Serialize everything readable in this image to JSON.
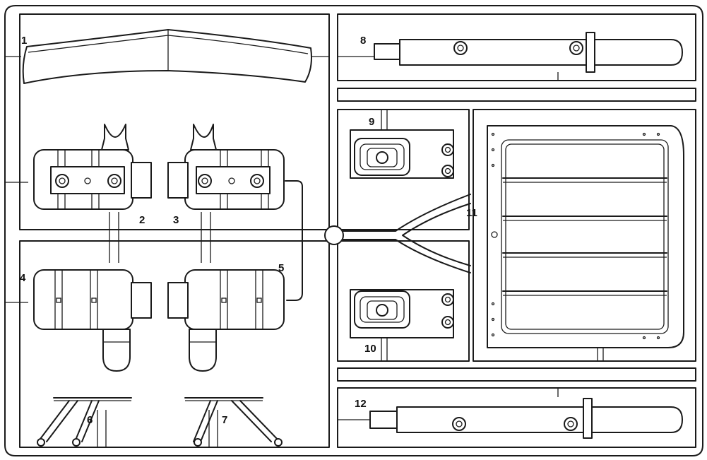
{
  "kit_sheet": {
    "part_labels": [
      "1",
      "2",
      "3",
      "4",
      "5",
      "6",
      "7",
      "8",
      "9",
      "10",
      "11",
      "12"
    ]
  }
}
